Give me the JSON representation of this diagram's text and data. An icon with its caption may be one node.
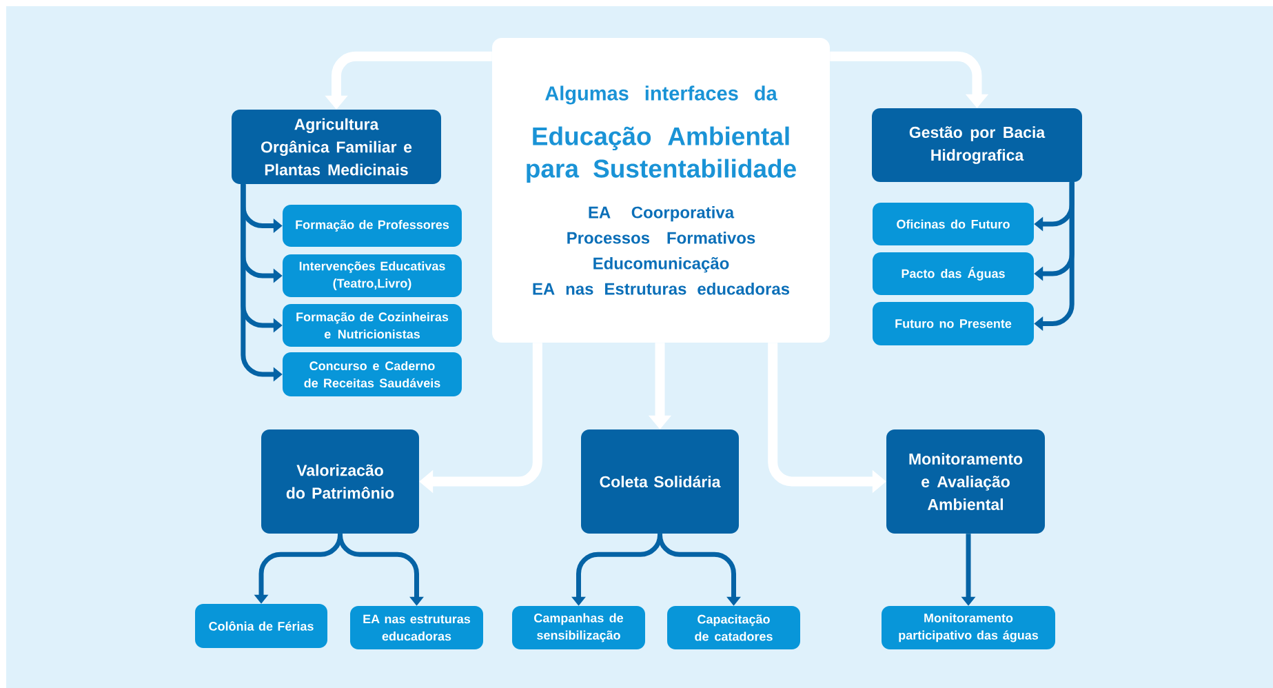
{
  "diagram": {
    "nodes": [
      {
        "text": [
          "Algumas interfaces da",
          "Educação Ambiental para Sustentabilidade",
          "EA Coorporativa",
          "Processos Formativos",
          "Educomunicação",
          "EA nas Estruturas educadoras"
        ]
      },
      {
        "text": [
          "Agricultura Orgânica Familiar e Plantas Medicinais"
        ]
      },
      {
        "text": [
          "Formação de Professores"
        ]
      },
      {
        "text": [
          "Intervenções Educativas (Teatro,Livro)"
        ]
      },
      {
        "text": [
          "Formação de Cozinheiras e Nutricionistas"
        ]
      },
      {
        "text": [
          "Concurso e Caderno de Receitas Saudáveis"
        ]
      },
      {
        "text": [
          "Gestão por Bacia Hidrografica"
        ]
      },
      {
        "text": [
          "Oficinas do Futuro"
        ]
      },
      {
        "text": [
          "Pacto das Águas"
        ]
      },
      {
        "text": [
          "Futuro no Presente"
        ]
      },
      {
        "text": [
          "Valorizacão do Patrimônio"
        ]
      },
      {
        "text": [
          "Coleta Solidária"
        ]
      },
      {
        "text": [
          "Monitoramento e Avaliação Ambiental"
        ]
      },
      {
        "text": [
          "Colônia de Férias"
        ]
      },
      {
        "text": [
          "EA nas estruturas educadoras"
        ]
      },
      {
        "text": [
          "Campanhas de sensibilização"
        ]
      },
      {
        "text": [
          "Capacitação de catadores"
        ]
      },
      {
        "text": [
          "Monitoramento participativo das águas"
        ]
      }
    ],
    "edges": [
      {
        "from": 0,
        "to": 1,
        "arrow": "to",
        "style": "thick",
        "color": "#ffffff"
      },
      {
        "from": 0,
        "to": 6,
        "arrow": "to",
        "style": "thick",
        "color": "#ffffff"
      },
      {
        "from": 0,
        "to": 10,
        "arrow": "to",
        "style": "thick",
        "color": "#ffffff"
      },
      {
        "from": 0,
        "to": 11,
        "arrow": "to",
        "style": "thick",
        "color": "#ffffff"
      },
      {
        "from": 0,
        "to": 12,
        "arrow": "to",
        "style": "thick",
        "color": "#ffffff"
      },
      {
        "from": 1,
        "to": 2,
        "arrow": "to"
      },
      {
        "from": 1,
        "to": 3,
        "arrow": "to"
      },
      {
        "from": 1,
        "to": 4,
        "arrow": "to"
      },
      {
        "from": 1,
        "to": 5,
        "arrow": "to"
      },
      {
        "from": 6,
        "to": 7,
        "arrow": "to"
      },
      {
        "from": 6,
        "to": 8,
        "arrow": "to"
      },
      {
        "from": 6,
        "to": 9,
        "arrow": "to"
      },
      {
        "from": 10,
        "to": 13,
        "arrow": "to"
      },
      {
        "from": 10,
        "to": 14,
        "arrow": "to"
      },
      {
        "from": 11,
        "to": 15,
        "arrow": "to"
      },
      {
        "from": 11,
        "to": 16,
        "arrow": "to"
      },
      {
        "from": 12,
        "to": 17,
        "arrow": "to"
      }
    ]
  }
}
